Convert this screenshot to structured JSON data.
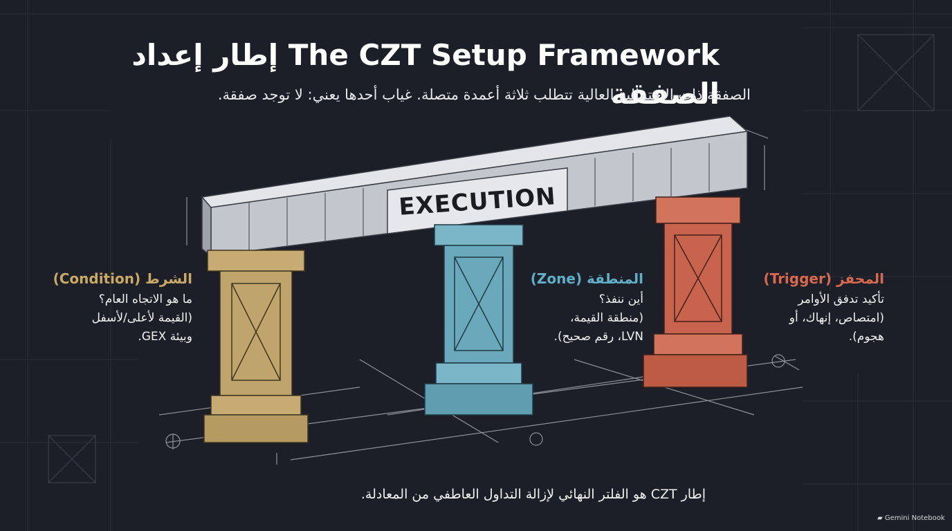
{
  "title": "The CZT Setup Framework إطار إعداد الصفقة",
  "subtitle": "الصفقة ذات الاحتمالية العالية تتطلب ثلاثة أعمدة متصلة. غياب أحدها يعني: لا توجد صفقة.",
  "beam_label": "EXECUTION",
  "pillars": [
    {
      "heading": "الشرط (Condition)",
      "lines": [
        "ما هو الاتجاه العام؟",
        "(القيمة لأعلى/لأسفل",
        "وبيئة GEX."
      ],
      "color": "#c9a964",
      "fill": "#bfa46b"
    },
    {
      "heading": "المنطقة (Zone)",
      "lines": [
        "أين ننفذ؟",
        "(منطقة القيمة،",
        "LVN، رقم صحيح)."
      ],
      "color": "#5fb0c7",
      "fill": "#6aa9bb"
    },
    {
      "heading": "المحفز (Trigger)",
      "lines": [
        "تأكيد تدفق الأوامر",
        "(امتصاص، إنهاك، أو",
        "هجوم)."
      ],
      "color": "#d9694e",
      "fill": "#c8644d"
    }
  ],
  "footer": "إطار CZT هو الفلتر النهائي لإزالة التداول العاطفي من المعادلة.",
  "watermark": "Gemini Notebook",
  "colors": {
    "background": "#1d1f28",
    "beam": "#c9ccd2",
    "grid": "#2e313c"
  }
}
